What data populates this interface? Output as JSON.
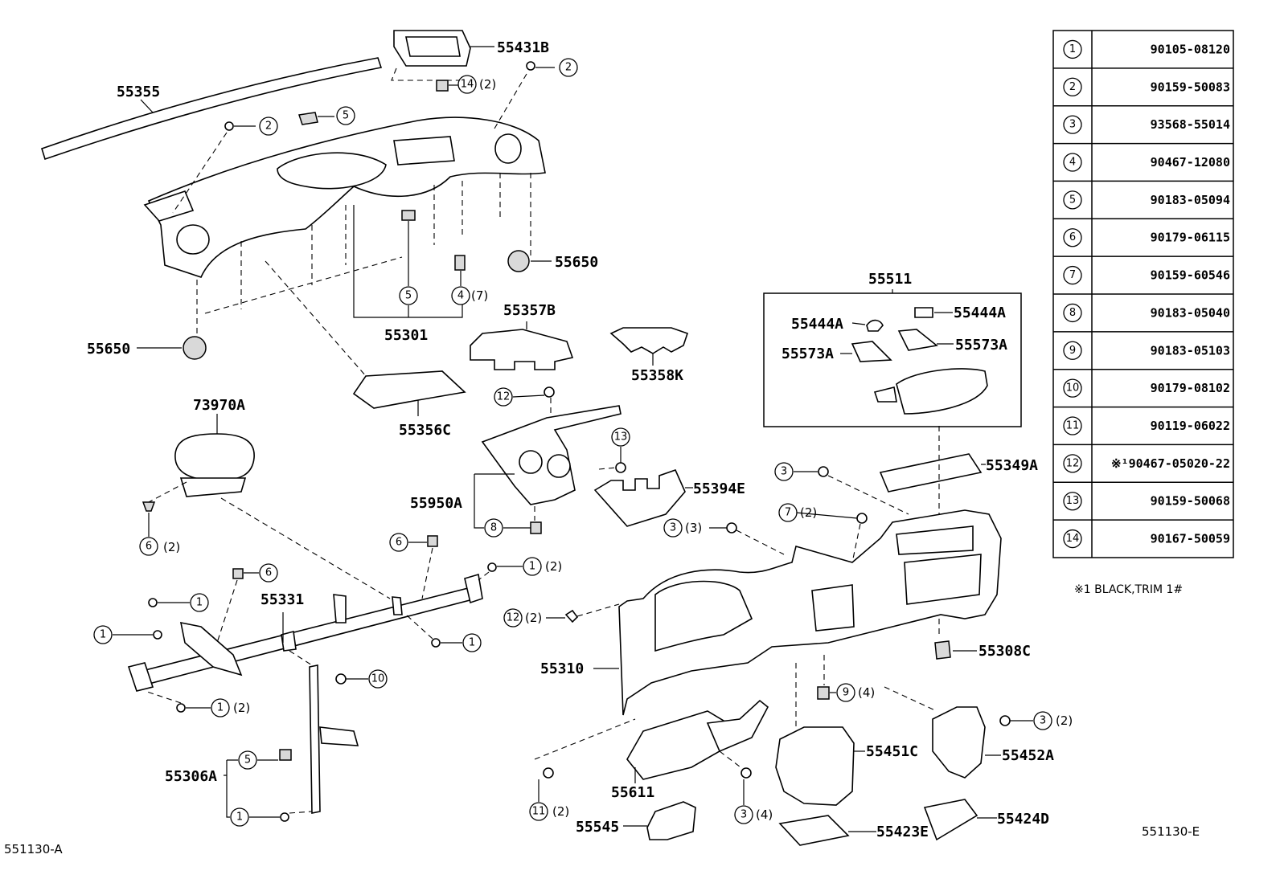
{
  "diagram_code": "551130-A",
  "diagram_code_right": "551130-E",
  "note": "※1  BLACK,TRIM  1#",
  "labels": {
    "p55355": "55355",
    "p55431B": "55431B",
    "p55650_top": "55650",
    "p55650_left": "55650",
    "p55301": "55301",
    "p55357B": "55357B",
    "p55358K": "55358K",
    "p55356C": "55356C",
    "p73970A": "73970A",
    "p55950A": "55950A",
    "p55394E": "55394E",
    "p55331": "55331",
    "p55306A": "55306A",
    "p55310": "55310",
    "p55511": "55511",
    "p55444A_l": "55444A",
    "p55444A_r": "55444A",
    "p55573A_l": "55573A",
    "p55573A_r": "55573A",
    "p55349A": "55349A",
    "p55308C": "55308C",
    "p55451C": "55451C",
    "p55452A": "55452A",
    "p55611": "55611",
    "p55545": "55545",
    "p55423E": "55423E",
    "p55424D": "55424D"
  },
  "qty": {
    "q2": "(2)",
    "q3": "(3)",
    "q4": "(4)",
    "q7": "(7)"
  },
  "table": [
    {
      "num": "1",
      "part": "90105-08120"
    },
    {
      "num": "2",
      "part": "90159-50083"
    },
    {
      "num": "3",
      "part": "93568-55014"
    },
    {
      "num": "4",
      "part": "90467-12080"
    },
    {
      "num": "5",
      "part": "90183-05094"
    },
    {
      "num": "6",
      "part": "90179-06115"
    },
    {
      "num": "7",
      "part": "90159-60546"
    },
    {
      "num": "8",
      "part": "90183-05040"
    },
    {
      "num": "9",
      "part": "90183-05103"
    },
    {
      "num": "10",
      "part": "90179-08102"
    },
    {
      "num": "11",
      "part": "90119-06022"
    },
    {
      "num": "12",
      "part": "※¹90467-05020-22"
    },
    {
      "num": "13",
      "part": "90159-50068"
    },
    {
      "num": "14",
      "part": "90167-50059"
    }
  ]
}
